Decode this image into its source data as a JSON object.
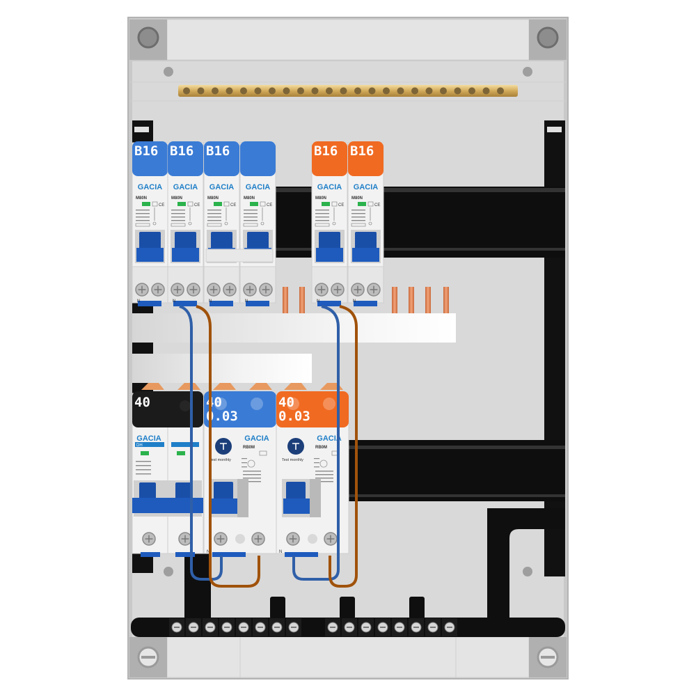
{
  "colors": {
    "enclosure": "#c8c8c8",
    "rail_black": "#0f0f0f",
    "busbar_brass": "#d8b46a",
    "mcb_blue_cap": "#3a7bd5",
    "mcb_orange_cap": "#f06a22",
    "rcd_black_cap": "#1b1b1b",
    "module_body": "#f4f4f4",
    "brand_blue": "#1f7fc8",
    "toggle_blue": "#1a4fa8",
    "wire_blue": "#2f5fa8",
    "wire_brown": "#a0520a",
    "comb_copper": "#e08a55"
  },
  "top_row": {
    "breakers": [
      {
        "rating": "B16",
        "brand": "GACIA",
        "model": "M80N",
        "cap": "blue"
      },
      {
        "rating": "B16",
        "brand": "GACIA",
        "model": "M80N",
        "cap": "blue"
      },
      {
        "rating": "B16",
        "brand": "GACIA",
        "model": "M80N",
        "cap": "blue"
      },
      {
        "rating": "",
        "brand": "GACIA",
        "model": "M80N",
        "cap": "blue"
      },
      {
        "rating": "B16",
        "brand": "GACIA",
        "model": "M80N",
        "cap": "orange"
      },
      {
        "rating": "B16",
        "brand": "GACIA",
        "model": "M80N",
        "cap": "orange"
      }
    ],
    "terminal_letter": "N"
  },
  "bottom_row": {
    "main_switch": {
      "rating": "40",
      "brand": "GACIA",
      "model": "DH"
    },
    "rcds": [
      {
        "rating_line1": "40",
        "rating_line2": "0.03",
        "brand": "GACIA",
        "model": "RB0M",
        "test_text": "Test monthly",
        "cap": "blue"
      },
      {
        "rating_line1": "40",
        "rating_line2": "0.03",
        "brand": "GACIA",
        "model": "RB0M",
        "test_text": "Test monthly",
        "cap": "orange"
      }
    ],
    "terminal_letter": "N"
  },
  "icons": {
    "mount_screw": "mount-screw-icon",
    "terminal_screw": "terminal-screw-icon",
    "rcd_logo": "rcd-test-logo-icon"
  }
}
